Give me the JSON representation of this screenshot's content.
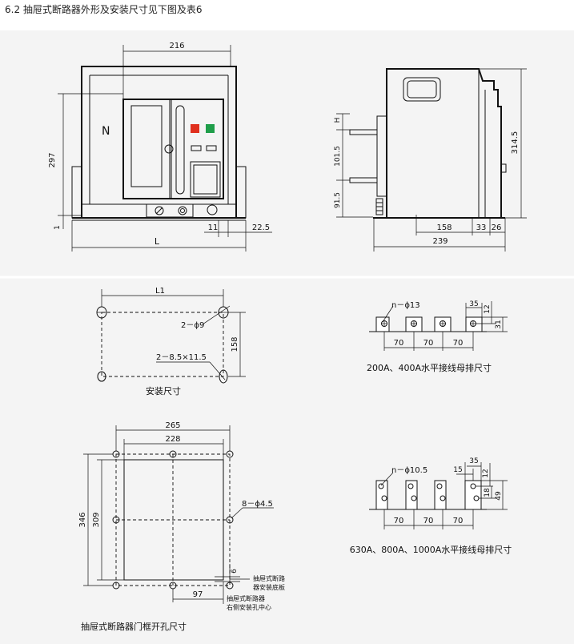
{
  "page": {
    "heading": "6.2 抽屉式断路器外形及安装尺寸见下图及表6"
  },
  "front_view": {
    "n_label": "N",
    "dim_216": "216",
    "dim_297": "297",
    "dim_1": "1",
    "dim_11": "11",
    "dim_22_5": "22.5",
    "dim_L": "L",
    "indicator_colors": {
      "red": "#e0301e",
      "green": "#1f9e4a"
    }
  },
  "side_view": {
    "dim_H": "H",
    "dim_101_5": "101.5",
    "dim_91_5": "91.5",
    "dim_314_5": "314.5",
    "dim_158": "158",
    "dim_33": "33",
    "dim_26": "26",
    "dim_239": "239"
  },
  "mounting": {
    "dim_L1": "L1",
    "hole_round": "2－ϕ9",
    "hole_slot": "2－8.5×11.5",
    "dim_158": "158",
    "caption": "安装尺寸"
  },
  "busbar_small": {
    "hole_label": "n－ϕ13",
    "dim_35": "35",
    "dim_12": "12",
    "dim_31": "31",
    "pitch": [
      "70",
      "70",
      "70"
    ],
    "caption": "200A、400A水平接线母排尺寸"
  },
  "door_cutout": {
    "dim_265": "265",
    "dim_228": "228",
    "dim_346": "346",
    "dim_309": "309",
    "hole_label": "8－ϕ4.5",
    "dim_6": "6",
    "dim_97": "97",
    "note_base_1": "抽屉式断路",
    "note_base_2": "器安装底板",
    "note_hole_1": "抽屉式断路器",
    "note_hole_2": "右侧安装孔中心",
    "caption": "抽屉式断路器门框开孔尺寸"
  },
  "busbar_large": {
    "hole_label": "n－ϕ10.5",
    "dim_15": "15",
    "dim_35": "35",
    "dim_12": "12",
    "dim_18": "18",
    "dim_49": "49",
    "pitch": [
      "70",
      "70",
      "70"
    ],
    "caption": "630A、800A、1000A水平接线母排尺寸"
  }
}
